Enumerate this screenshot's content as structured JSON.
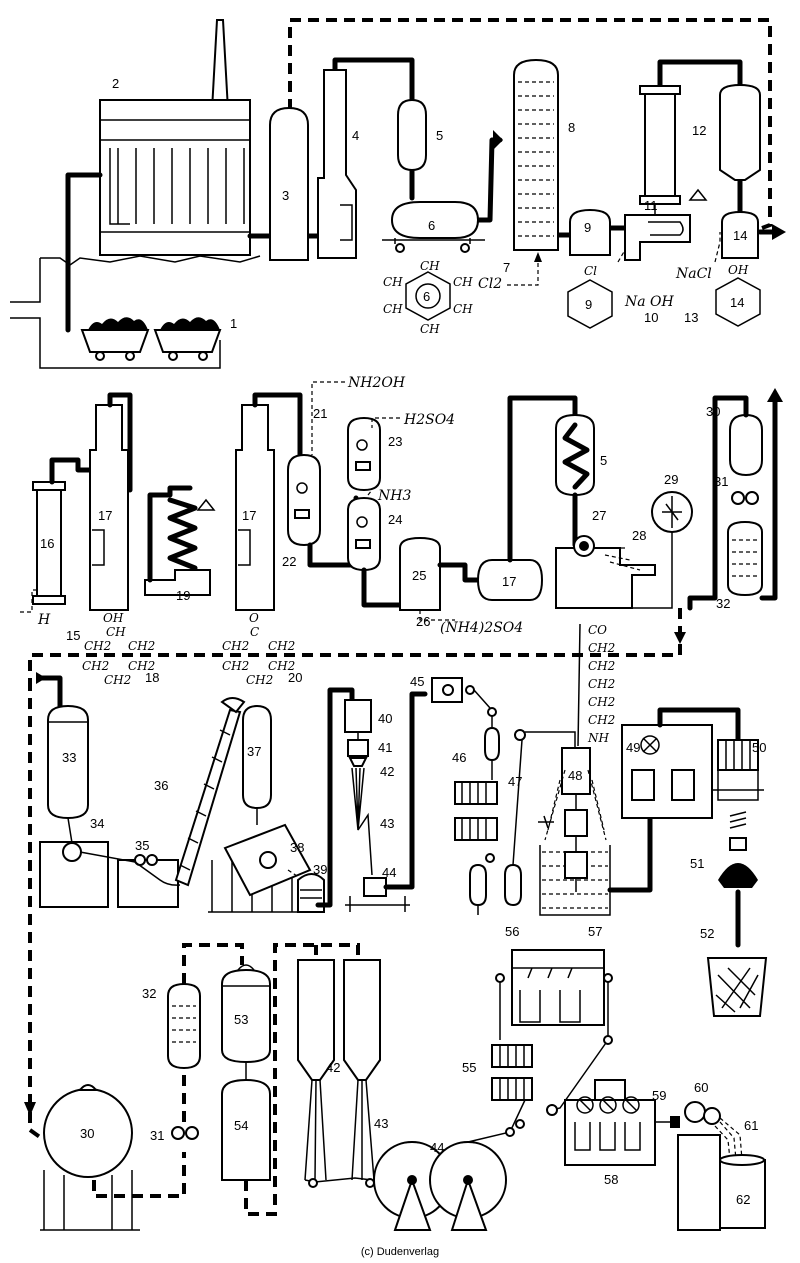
{
  "copyright": "(c) Dudenverlag",
  "labels": [
    "1",
    "2",
    "3",
    "4",
    "5",
    "6",
    "7",
    "8",
    "9",
    "10",
    "11",
    "12",
    "13",
    "14",
    "15",
    "16",
    "17",
    "17",
    "18",
    "19",
    "20",
    "21",
    "22",
    "23",
    "24",
    "25",
    "26",
    "5",
    "17",
    "27",
    "28",
    "29",
    "30",
    "31",
    "32",
    "33",
    "34",
    "35",
    "36",
    "37",
    "38",
    "39",
    "40",
    "41",
    "42",
    "43",
    "44",
    "45",
    "46",
    "47",
    "48",
    "49",
    "50",
    "51",
    "52",
    "32",
    "53",
    "31",
    "54",
    "30",
    "42",
    "43",
    "44",
    "55",
    "56",
    "57",
    "58",
    "59",
    "60",
    "61",
    "62"
  ],
  "hex_labels": [
    "6",
    "9",
    "14"
  ],
  "formulas": {
    "benzene": [
      "CH",
      "CH",
      "CH",
      "CH",
      "CH",
      "CH"
    ],
    "chlorine": "Cl2",
    "chloro": "Cl",
    "caustic": "Na OH",
    "salt": "NaCl",
    "hydroxyl": "OH",
    "hydrogen": "H",
    "hydroxylamine": "NH2OH",
    "sulfuric_acid": "H2SO4",
    "ammonia": "NH3",
    "ammonium_sulfate": "(NH4)2SO4",
    "cyclohexanol": [
      "OH",
      "CH",
      "CH2",
      "CH2",
      "CH2",
      "CH2",
      "CH2"
    ],
    "cyclohexanone": [
      "O",
      "C",
      "CH2",
      "CH2",
      "CH2",
      "CH2",
      "CH2"
    ],
    "caprolactam": [
      "CO",
      "CH2",
      "CH2",
      "CH2",
      "CH2",
      "CH2",
      "NH"
    ]
  }
}
